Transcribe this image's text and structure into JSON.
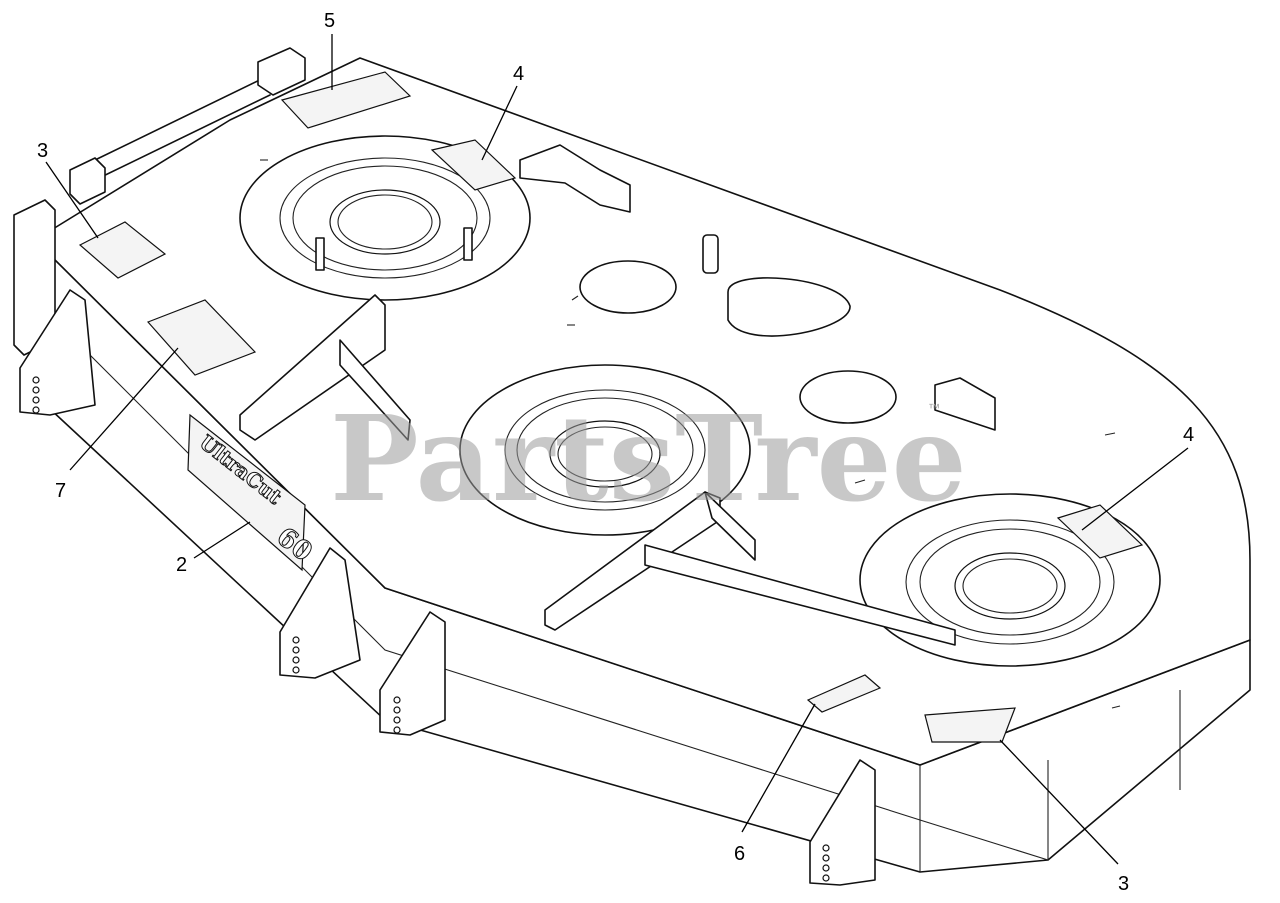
{
  "diagram": {
    "watermark": "PartsTree",
    "watermark_tm": "™",
    "brand_decal": {
      "line1": "UltraCut",
      "size": "60"
    },
    "callouts": [
      {
        "id": "c5",
        "label": "5"
      },
      {
        "id": "c4a",
        "label": "4"
      },
      {
        "id": "c3a",
        "label": "3"
      },
      {
        "id": "c7",
        "label": "7"
      },
      {
        "id": "c2",
        "label": "2"
      },
      {
        "id": "c4b",
        "label": "4"
      },
      {
        "id": "c6",
        "label": "6"
      },
      {
        "id": "c3b",
        "label": "3"
      }
    ]
  }
}
